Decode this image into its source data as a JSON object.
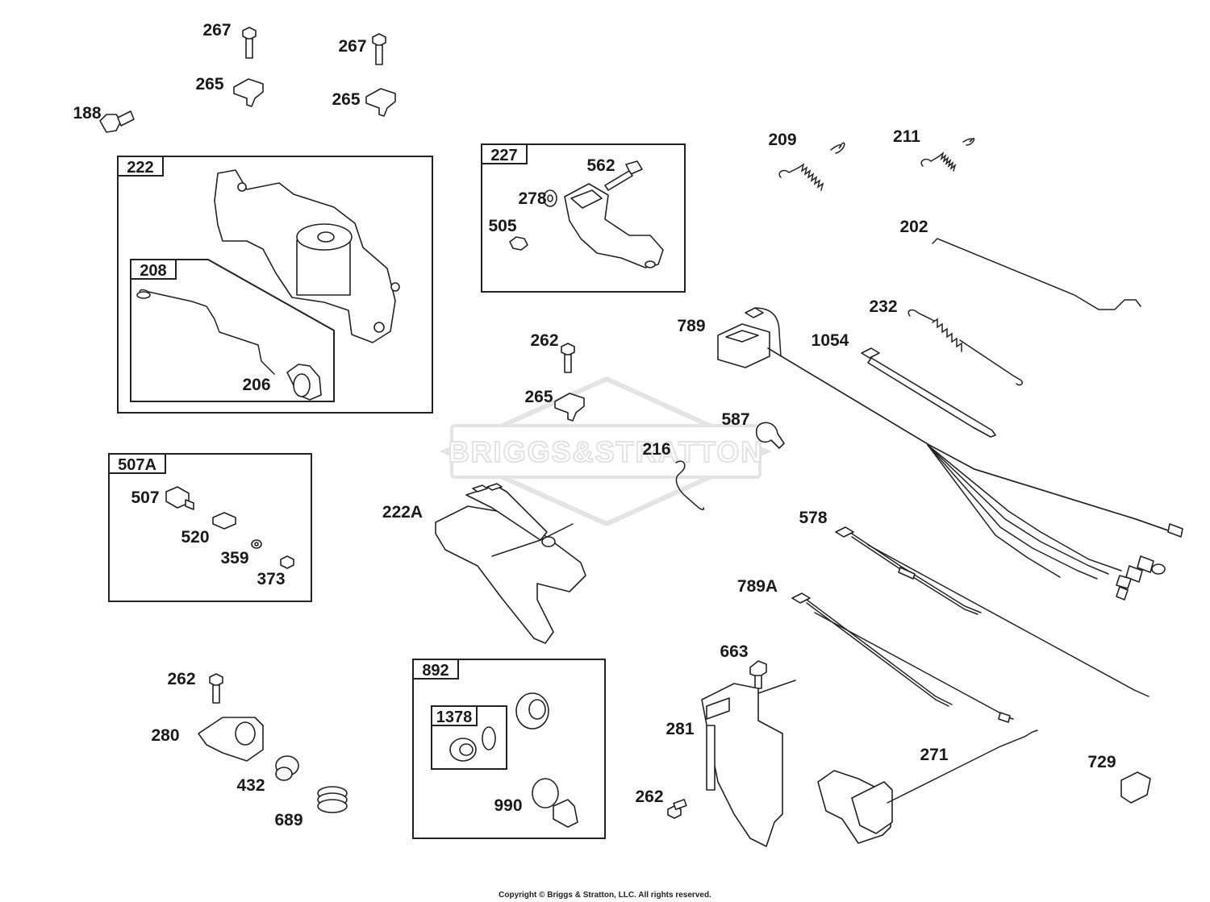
{
  "watermark": "BRIGGS&STRATTON",
  "copyright": "Copyright © Briggs & Stratton, LLC. All rights reserved.",
  "boxes": {
    "b222": "222",
    "b208": "208",
    "b227": "227",
    "b507a": "507A",
    "b892": "892",
    "b1378": "1378"
  },
  "labels": {
    "p267a": "267",
    "p267b": "267",
    "p265a": "265",
    "p265b": "265",
    "p188": "188",
    "p206": "206",
    "p562": "562",
    "p278": "278",
    "p505": "505",
    "p209": "209",
    "p211": "211",
    "p202": "202",
    "p232": "232",
    "p789": "789",
    "p1054": "1054",
    "p262a": "262",
    "p265c": "265",
    "p587": "587",
    "p216": "216",
    "p222a": "222A",
    "p507": "507",
    "p520": "520",
    "p359": "359",
    "p373": "373",
    "p578": "578",
    "p789a": "789A",
    "p663": "663",
    "p281": "281",
    "p262b": "262",
    "p271": "271",
    "p729": "729",
    "p262c": "262",
    "p280": "280",
    "p432": "432",
    "p689": "689",
    "p990": "990"
  }
}
